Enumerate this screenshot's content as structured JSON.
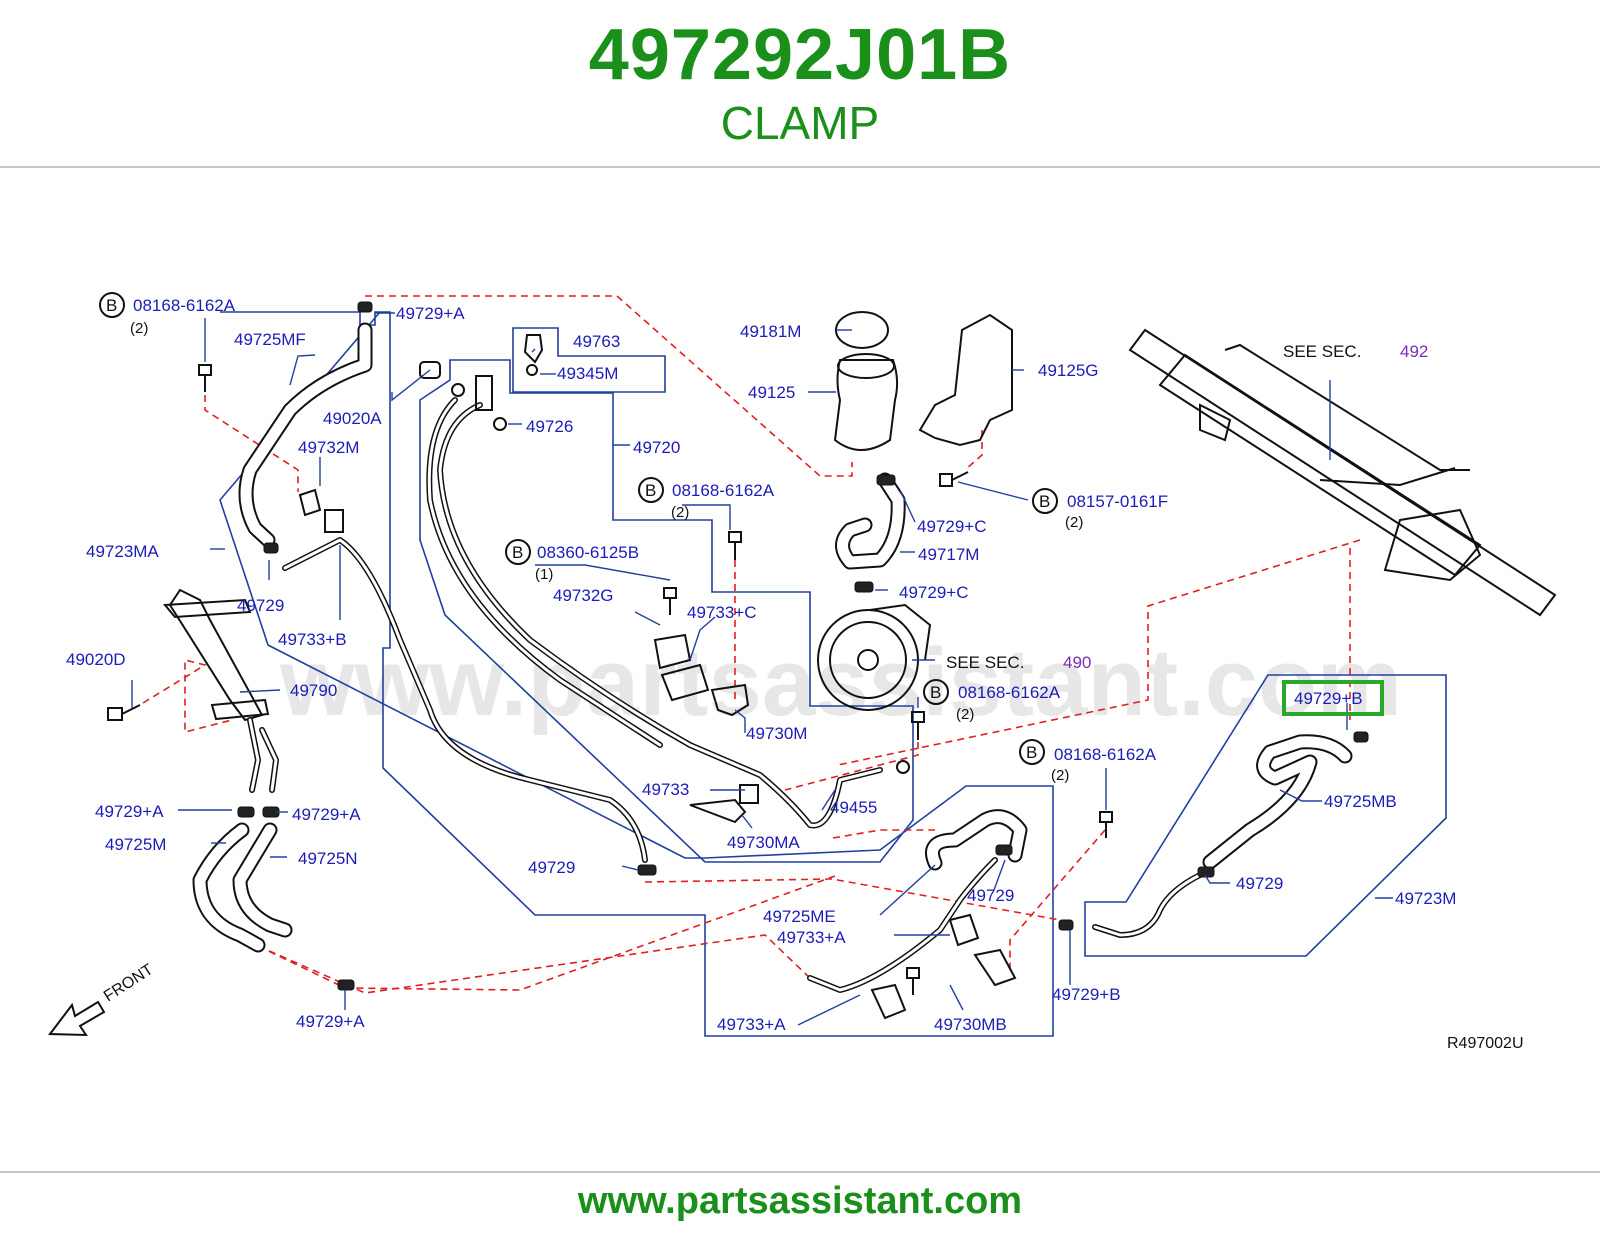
{
  "header": {
    "part_number": "497292J01B",
    "part_name": "CLAMP"
  },
  "footer": {
    "url": "www.partsassistant.com"
  },
  "watermark": "www.partsassistant.com",
  "diagram": {
    "reference_code": "R497002U",
    "front_label": "FRONT",
    "bolt_marker": "B",
    "see_sec_label": "SEE   SEC.",
    "sections": {
      "rack": "492",
      "pump": "490"
    },
    "highlighted_part": "49729+B",
    "colors": {
      "title": "#1a8f1a",
      "label": "#1c1cb8",
      "leader": "#2040a0",
      "dashed": "#e02020",
      "highlight": "#2aa82a",
      "section": "#7a2bb5"
    },
    "labels": {
      "l_08168_top": "08168-6162A",
      "q_top": "(2)",
      "l_49729A_top": "49729+A",
      "l_49725MF": "49725MF",
      "l_49763": "49763",
      "l_49345M": "49345M",
      "l_49181M": "49181M",
      "l_49125": "49125",
      "l_49125G": "49125G",
      "l_49020A": "49020A",
      "l_49726": "49726",
      "l_49720": "49720",
      "l_49732M": "49732M",
      "l_08168_mid": "08168-6162A",
      "q_mid": "(2)",
      "l_08157": "08157-0161F",
      "q_08157": "(2)",
      "l_49729C_1": "49729+C",
      "l_49717M": "49717M",
      "l_49729C_2": "49729+C",
      "l_49723MA": "49723MA",
      "l_08360": "08360-6125B",
      "q_08360": "(1)",
      "l_49732G": "49732G",
      "l_49733C": "49733+C",
      "l_49729_a": "49729",
      "l_49733B": "49733+B",
      "l_49020D": "49020D",
      "l_49790": "49790",
      "l_08168_pump": "08168-6162A",
      "q_pump": "(2)",
      "l_49730M": "49730M",
      "l_08168_low": "08168-6162A",
      "q_low": "(2)",
      "l_49733": "49733",
      "l_49455": "49455",
      "l_49730MA": "49730MA",
      "l_49729A_l1": "49729+A",
      "l_49729A_l2": "49729+A",
      "l_49725M": "49725M",
      "l_49725N": "49725N",
      "l_49729_b": "49729",
      "l_49729_c": "49729",
      "l_49725ME": "49725ME",
      "l_49733A_1": "49733+A",
      "l_49729A_bot": "49729+A",
      "l_49733A_2": "49733+A",
      "l_49730MB": "49730MB",
      "l_49729B_bot": "49729+B",
      "l_49725MB": "49725MB",
      "l_49729_d": "49729",
      "l_49723M": "49723M"
    }
  }
}
